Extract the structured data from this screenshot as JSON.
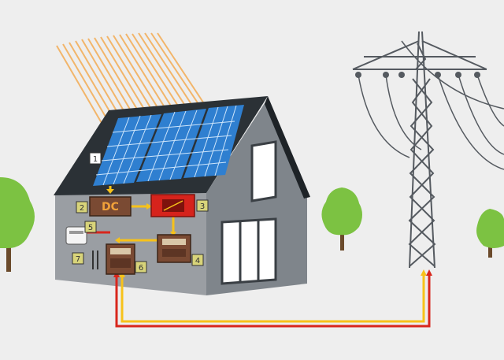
{
  "colors": {
    "background": "#eeeeee",
    "roof": "#2b3136",
    "wall_front": "#9a9ea3",
    "wall_side": "#7f858b",
    "panel": "#2f7fd0",
    "panel_grid": "#cfe6fb",
    "sun_rays": "#f2b56a",
    "tree": "#7cc242",
    "trunk": "#6b4a2b",
    "box_brown": "#7a4a33",
    "inverter_red": "#d6231c",
    "dc_wire": "#f7c21a",
    "ac_wire": "#d8261c",
    "tower": "#555a60",
    "callout_bg": "#d8d47a"
  },
  "callouts": [
    {
      "id": "1",
      "label": "1"
    },
    {
      "id": "2",
      "label": "2"
    },
    {
      "id": "3",
      "label": "3"
    },
    {
      "id": "4",
      "label": "4"
    },
    {
      "id": "5",
      "label": "5"
    },
    {
      "id": "6",
      "label": "6"
    },
    {
      "id": "7",
      "label": "7"
    }
  ],
  "devices": {
    "dc_display": "DC"
  },
  "icons": [
    "sun-rays-icon",
    "solar-panel-icon",
    "inverter-icon",
    "meter-icon",
    "tree-icon",
    "power-tower-icon"
  ]
}
